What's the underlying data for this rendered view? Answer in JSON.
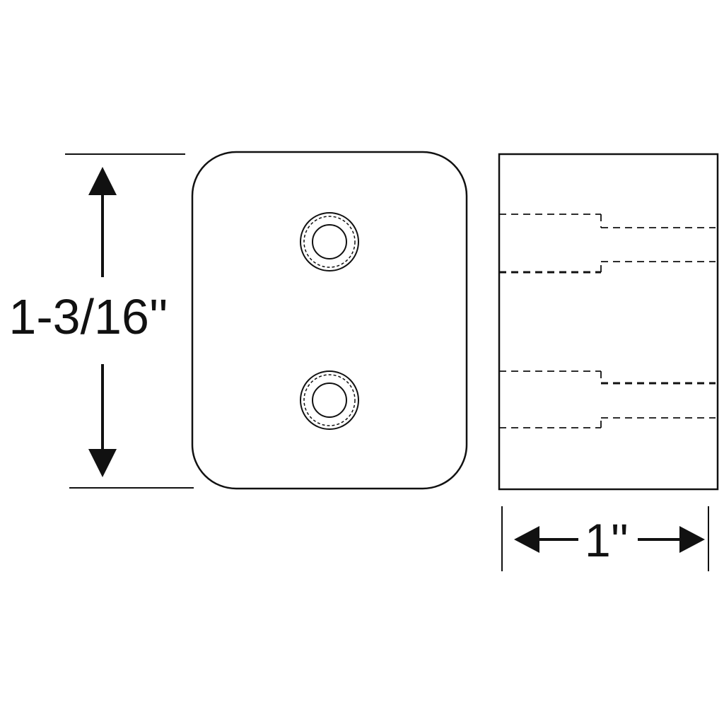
{
  "dimensions": {
    "height_label": "1-3/16''",
    "width_label": "1''"
  },
  "colors": {
    "stroke": "#111111",
    "background": "#ffffff"
  },
  "views": {
    "front": {
      "hole_count": 2
    },
    "side": {
      "hidden_bore_count": 2
    }
  }
}
